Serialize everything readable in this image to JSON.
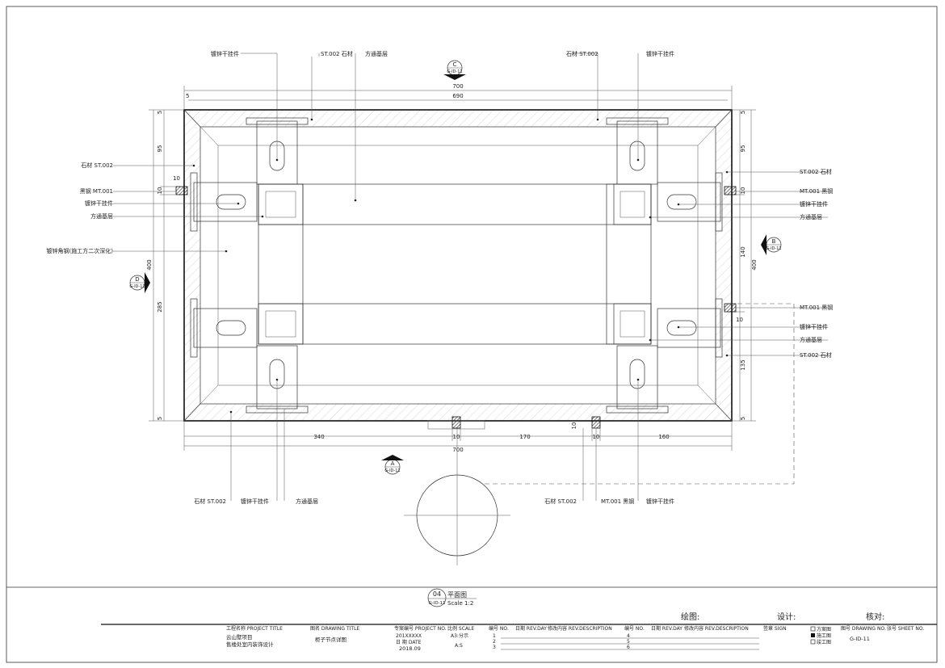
{
  "dims": {
    "top_outer": "700",
    "top_inner": "690",
    "bottom_outer": "700",
    "bottom_340": "340",
    "bottom_170": "170",
    "bottom_160": "160",
    "bottom_10a": "10",
    "bottom_10b": "10",
    "bottom_10c": "10",
    "left_5a": "5",
    "left_95": "95",
    "left_10": "10",
    "left_400": "400",
    "left_285": "285",
    "left_5b": "5",
    "right_5a": "5",
    "right_95": "95",
    "right_10a": "10",
    "right_140": "140",
    "right_400": "400",
    "right_10b": "10",
    "right_135": "135",
    "right_5b": "5",
    "corner_5": "5"
  },
  "labels": {
    "top_left_1": "镀锌干挂件",
    "top_left_2": "ST.002 石材",
    "top_left_3": "方通基层",
    "top_right_1": "石材 ST.002",
    "top_right_2": "镀锌干挂件",
    "left_1": "石材 ST.002",
    "left_2": "黑钢 MT.001",
    "left_3": "镀锌干挂件",
    "left_4": "方通基层",
    "left_5": "镀锌角钢(施工方二次深化)",
    "right_1": "ST.002 石材",
    "right_2": "MT.001 黑钢",
    "right_3": "镀锌干挂件",
    "right_4": "方通基层",
    "right_5": "MT.001 黑钢",
    "right_6": "镀锌干挂件",
    "right_7": "方通基层",
    "right_8": "ST.002 石材",
    "bottom_1": "石材 ST.002",
    "bottom_2": "镀锌干挂件",
    "bottom_3": "方通基层",
    "bottom_4": "石材 ST.002",
    "bottom_5": "MT.001 黑钢",
    "bottom_6": "镀锌干挂件"
  },
  "section_marks": {
    "c_letter": "C",
    "c_ref": "G-ID-11",
    "b_letter": "B",
    "b_ref": "G-ID-11",
    "d_letter": "D",
    "d_ref": "G-ID-11",
    "a_letter": "A",
    "a_ref": "G-ID-11"
  },
  "drawing_title": {
    "number": "04",
    "ref": "G-ID-11",
    "name": "平面图",
    "scale": "Scale 1:2"
  },
  "signatures": {
    "draw": "绘图:",
    "design": "设计:",
    "check": "核对:"
  },
  "title_block": {
    "project_title_label": "工程名称 PROJECT TITLE",
    "project_title_1": "云山墅项目",
    "project_title_2": "售楼处室内装饰设计",
    "drawing_title_label": "图名 DRAWING TITLE",
    "drawing_title_value": "柜子节点详图",
    "project_no_label": "专案编号 PROJECT NO.",
    "project_no_value": "201XXXXX",
    "date_label": "日 期 DATE",
    "date_value": "2018.09",
    "scale_label": "比例 SCALE",
    "scale_value": "A3:分示",
    "scale_value_2": "A:S",
    "rev_no_label": "编号 NO.",
    "rev_date_label": "日期 REV.DAY",
    "rev_desc_label": "修改内容 REV.DESCRIPTION",
    "rev_no_label_2": "编号 NO.",
    "rev_date_label_2": "日期 REV.DAY",
    "rev_desc_label_2": "修改内容 REV.DESCRIPTION",
    "sign_label": "签章 SIGN",
    "rev_rows_left": [
      "1",
      "2",
      "3"
    ],
    "rev_rows_right": [
      "4",
      "5",
      "6"
    ],
    "stage_1": "方案图",
    "stage_2": "施工图",
    "stage_3": "竣工图",
    "drawing_no_label": "图号 DRAWING NO.",
    "drawing_no_value": "G-ID-11",
    "sheet_no_label": "张号 SHEET NO."
  }
}
